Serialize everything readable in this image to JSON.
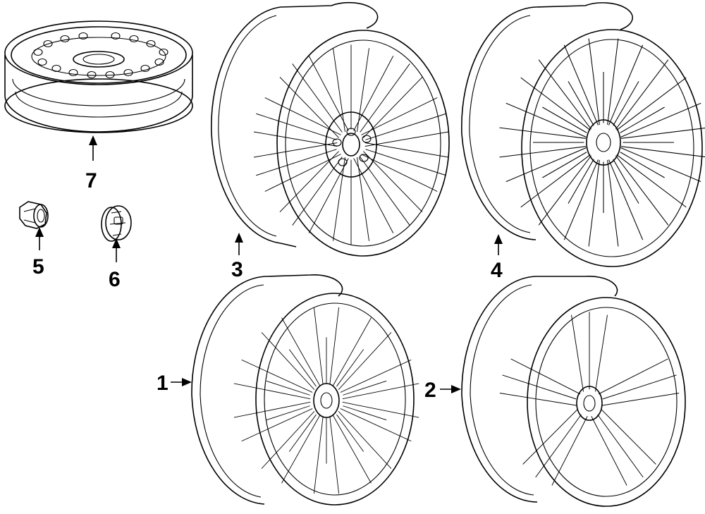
{
  "diagram": {
    "callouts": [
      {
        "id": "1",
        "label": "1"
      },
      {
        "id": "2",
        "label": "2"
      },
      {
        "id": "3",
        "label": "3"
      },
      {
        "id": "4",
        "label": "4"
      },
      {
        "id": "5",
        "label": "5"
      },
      {
        "id": "6",
        "label": "6"
      },
      {
        "id": "7",
        "label": "7"
      }
    ],
    "line_color": "#000000",
    "background": "#ffffff"
  }
}
